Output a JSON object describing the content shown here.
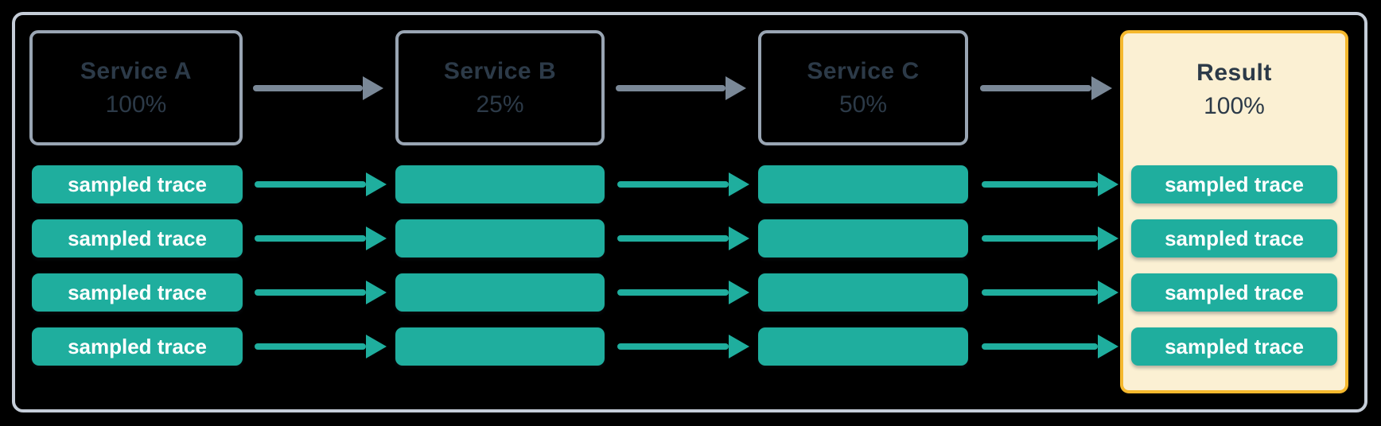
{
  "trace_label": "sampled trace",
  "columns": [
    {
      "title": "Service A",
      "rate": "100%",
      "kind": "service",
      "trace_labels": [
        "sampled trace",
        "sampled trace",
        "sampled trace",
        "sampled trace"
      ]
    },
    {
      "title": "Service B",
      "rate": "25%",
      "kind": "service",
      "trace_labels": [
        "",
        "",
        "",
        ""
      ]
    },
    {
      "title": "Service C",
      "rate": "50%",
      "kind": "service",
      "trace_labels": [
        "",
        "",
        "",
        ""
      ]
    },
    {
      "title": "Result",
      "rate": "100%",
      "kind": "result",
      "trace_labels": [
        "sampled trace",
        "sampled trace",
        "sampled trace",
        "sampled trace"
      ]
    }
  ],
  "colors": {
    "background": "#000000",
    "container_border": "#C5CDD8",
    "service_border": "#99A5B3",
    "service_text": "#2C3A48",
    "flow_arrow": "#7A8897",
    "trace_fill": "#1FAE9E",
    "trace_text": "#FFFFFF",
    "result_border": "#F5B82D",
    "result_fill": "#FBF0D3"
  }
}
